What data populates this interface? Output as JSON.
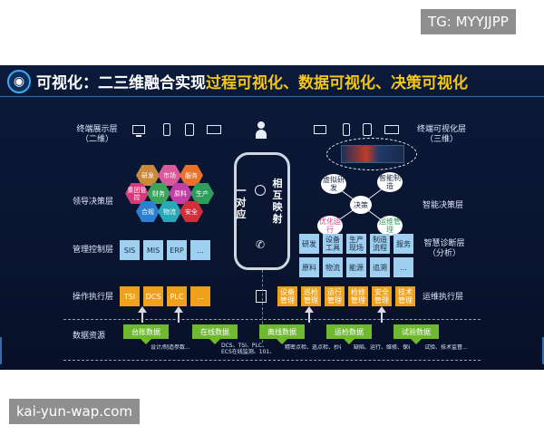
{
  "watermarks": {
    "top_right": "TG: MYYJJPP",
    "bottom_left": "kai-yun-wap.com"
  },
  "title": {
    "part1": "可视化：二三维融合实现",
    "part2": "过程可视化、数据可视化、决策可视化"
  },
  "colors": {
    "title_white": "#ffffff",
    "title_yellow": "#f5c518",
    "orange": "#f0a11c",
    "green": "#6fb92e",
    "light_blue": "#9fd0ef",
    "bg": "#0b1a3a"
  },
  "left_labels": {
    "terminal": "终端展示层",
    "terminal_sub": "（二维）",
    "leader": "领导决策层",
    "mgmt": "管理控制层",
    "ops": "操作执行层",
    "data_src": "数据资源"
  },
  "right_labels": {
    "terminal": "终端可视化层",
    "terminal_sub": "（三维）",
    "smart_decision": "智能决策层",
    "smart_diag": "智慧诊断层",
    "smart_diag_sub": "（分析）",
    "ops_mgmt": "运维执行层"
  },
  "hexes": [
    "研发",
    "市场",
    "服务",
    "集团管控",
    "财务",
    "原料",
    "生产",
    "合规",
    "物流",
    "安全"
  ],
  "mgmt_boxes": [
    "SIS",
    "MIS",
    "ERP",
    "..."
  ],
  "ops_boxes": [
    "TSI",
    "DCS",
    "PLC",
    "..."
  ],
  "center": {
    "left_text": "一对应",
    "right_text": "相互映射"
  },
  "decision": {
    "center": "决策",
    "nodes": [
      "虚拟研发",
      "智能制造",
      "优化运行",
      "运维管理"
    ]
  },
  "diag_grid": [
    [
      "研发",
      "设备工具",
      "生产现场",
      "制造流程",
      "服务"
    ],
    [
      "原料",
      "物流",
      "能源",
      "追溯",
      "..."
    ]
  ],
  "ops_mgmt_boxes": [
    "设备管理",
    "巡检管理",
    "运行管理",
    "检修管理",
    "安全管理",
    "技术管理"
  ],
  "data_sources": [
    {
      "label": "台账数据",
      "detail": "设计/制造参数..."
    },
    {
      "label": "在线数据",
      "detail": "DCS、TSI、PLC、ECS在线监测、101、102..."
    },
    {
      "label": "离线数据",
      "detail": "精密点检、巡点检、抄表..."
    },
    {
      "label": "运检数据",
      "detail": "缺陷、运行、维修、保养..."
    },
    {
      "label": "试验数据",
      "detail": "试验、技术监督..."
    }
  ]
}
